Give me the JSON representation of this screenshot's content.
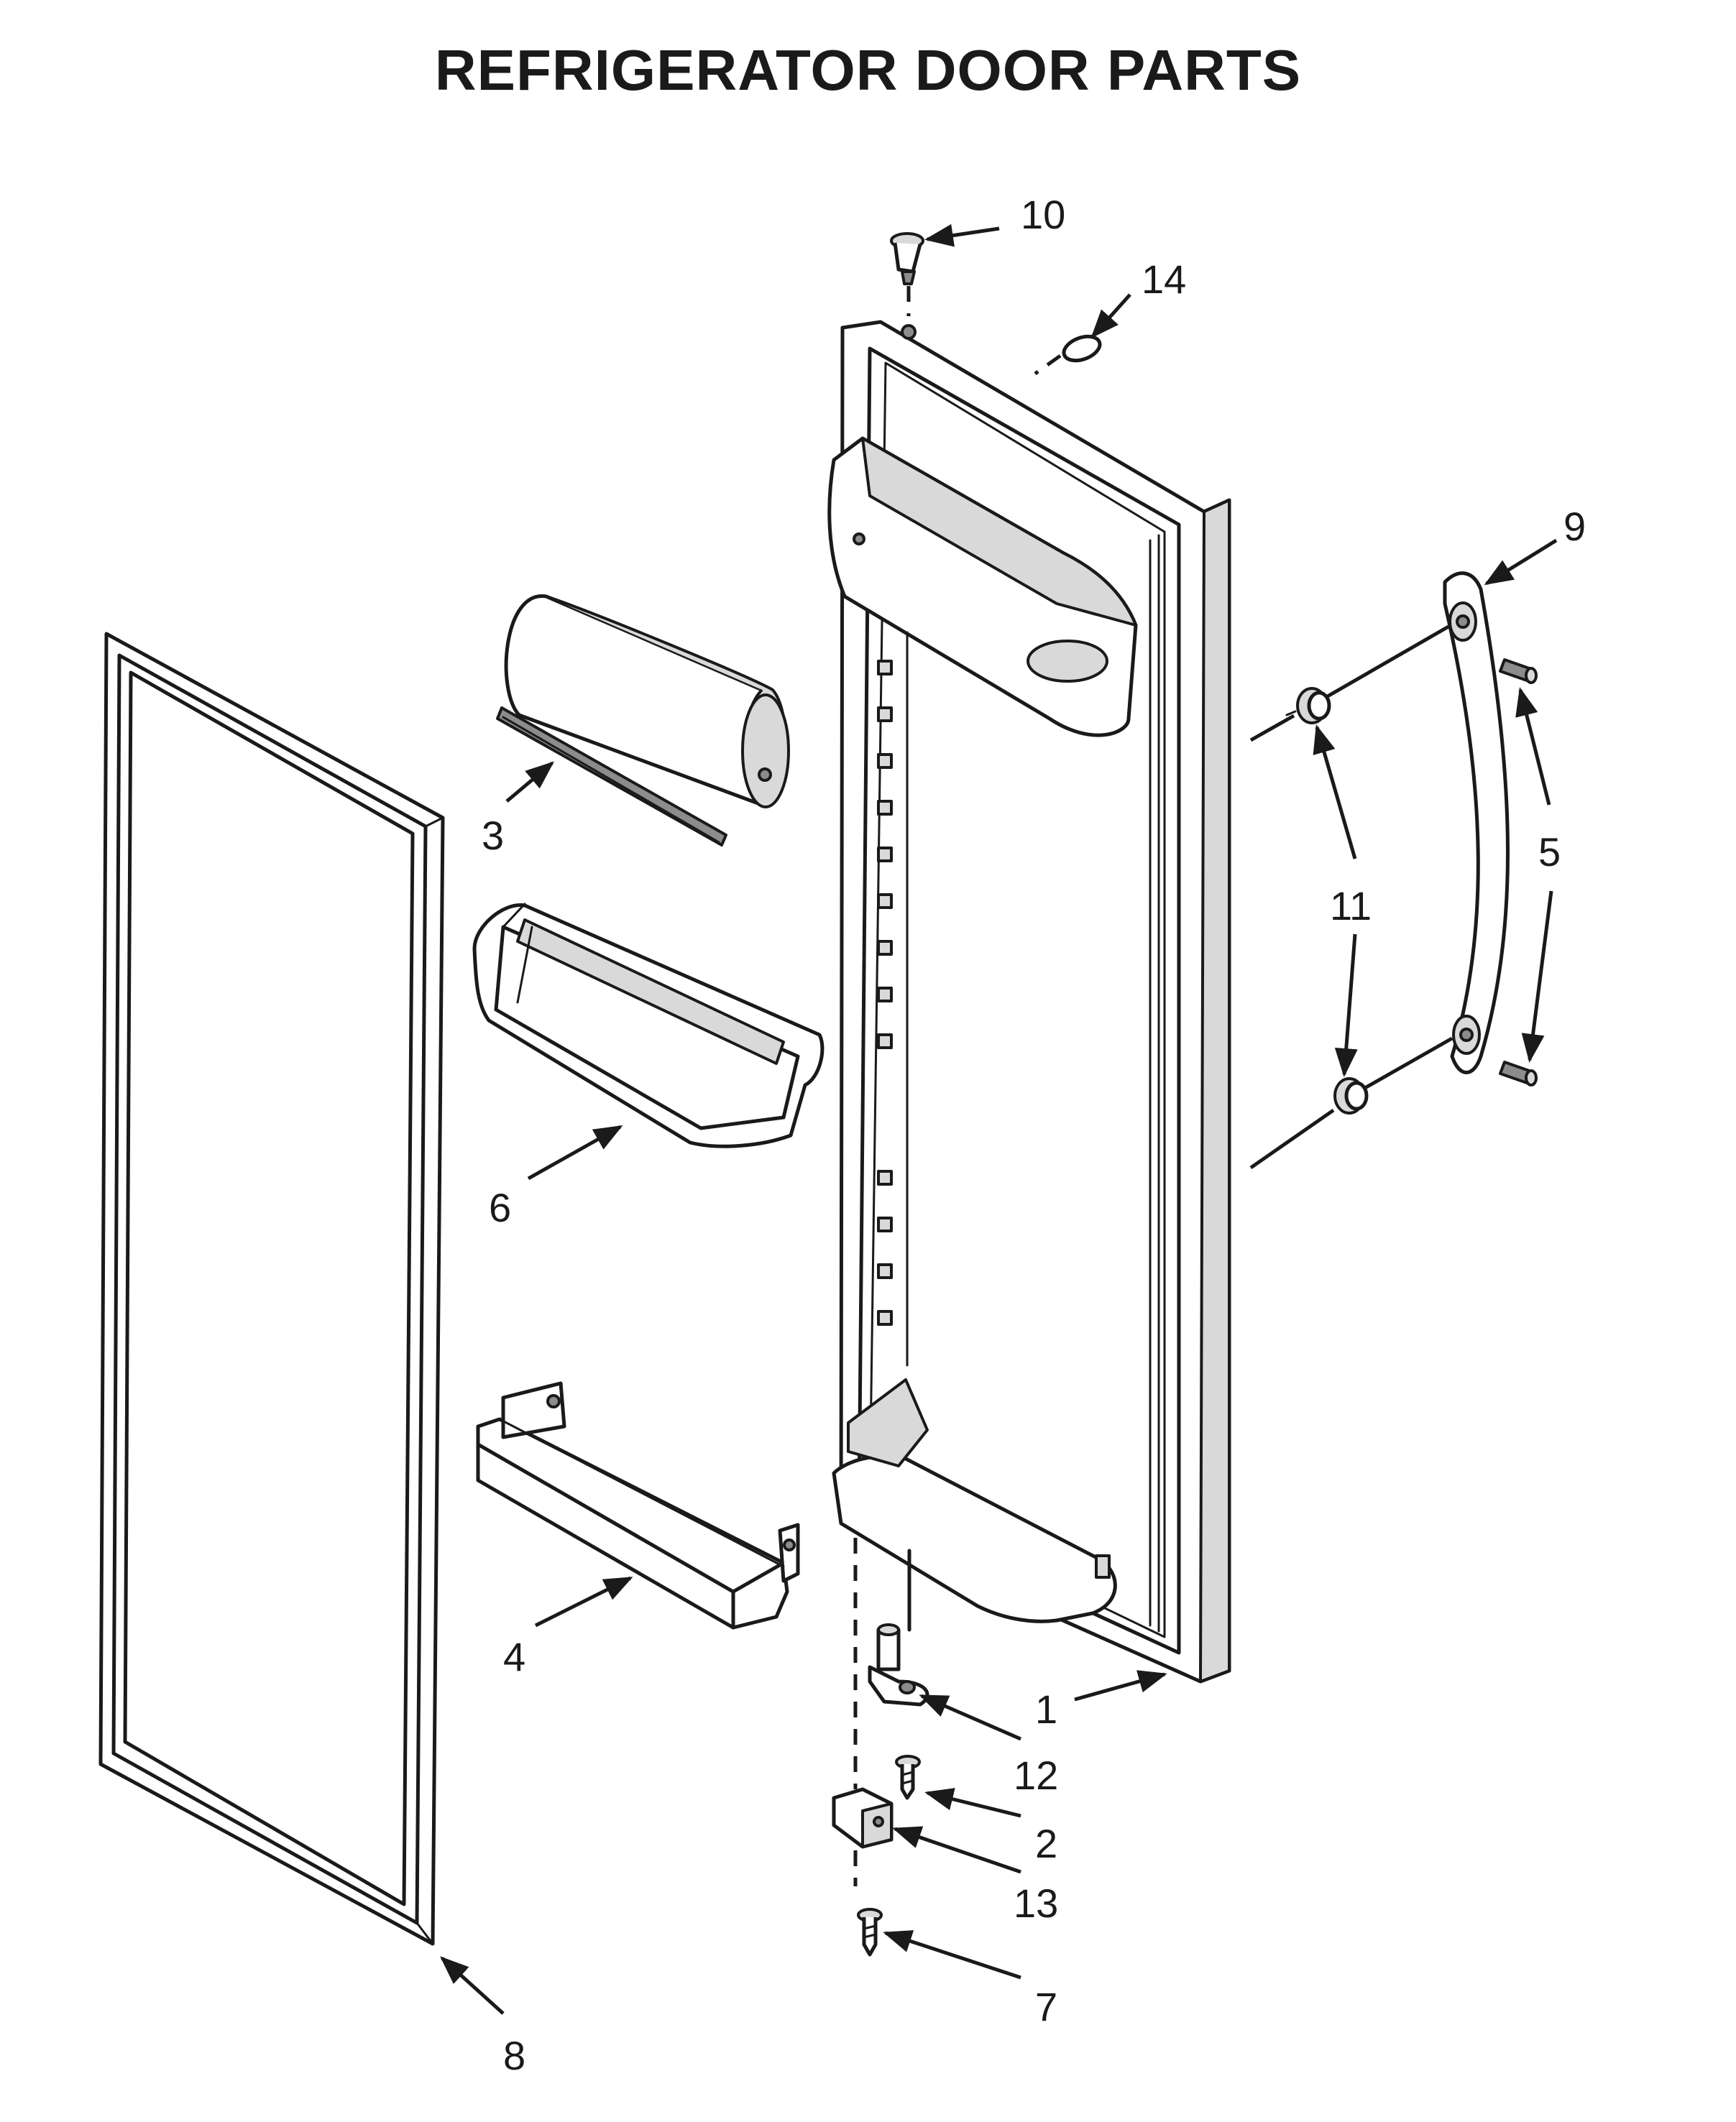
{
  "title": "REFRIGERATOR DOOR PARTS",
  "callouts": {
    "c1": "1",
    "c2": "2",
    "c3": "3",
    "c4": "4",
    "c5": "5",
    "c6": "6",
    "c7": "7",
    "c8": "8",
    "c9": "9",
    "c10": "10",
    "c11": "11",
    "c12": "12",
    "c13": "13",
    "c14": "14"
  },
  "colors": {
    "ink": "#1a1a1a",
    "light_shade": "#d9d9d9",
    "dark_shade": "#8c8c8c",
    "background": "#ffffff"
  }
}
